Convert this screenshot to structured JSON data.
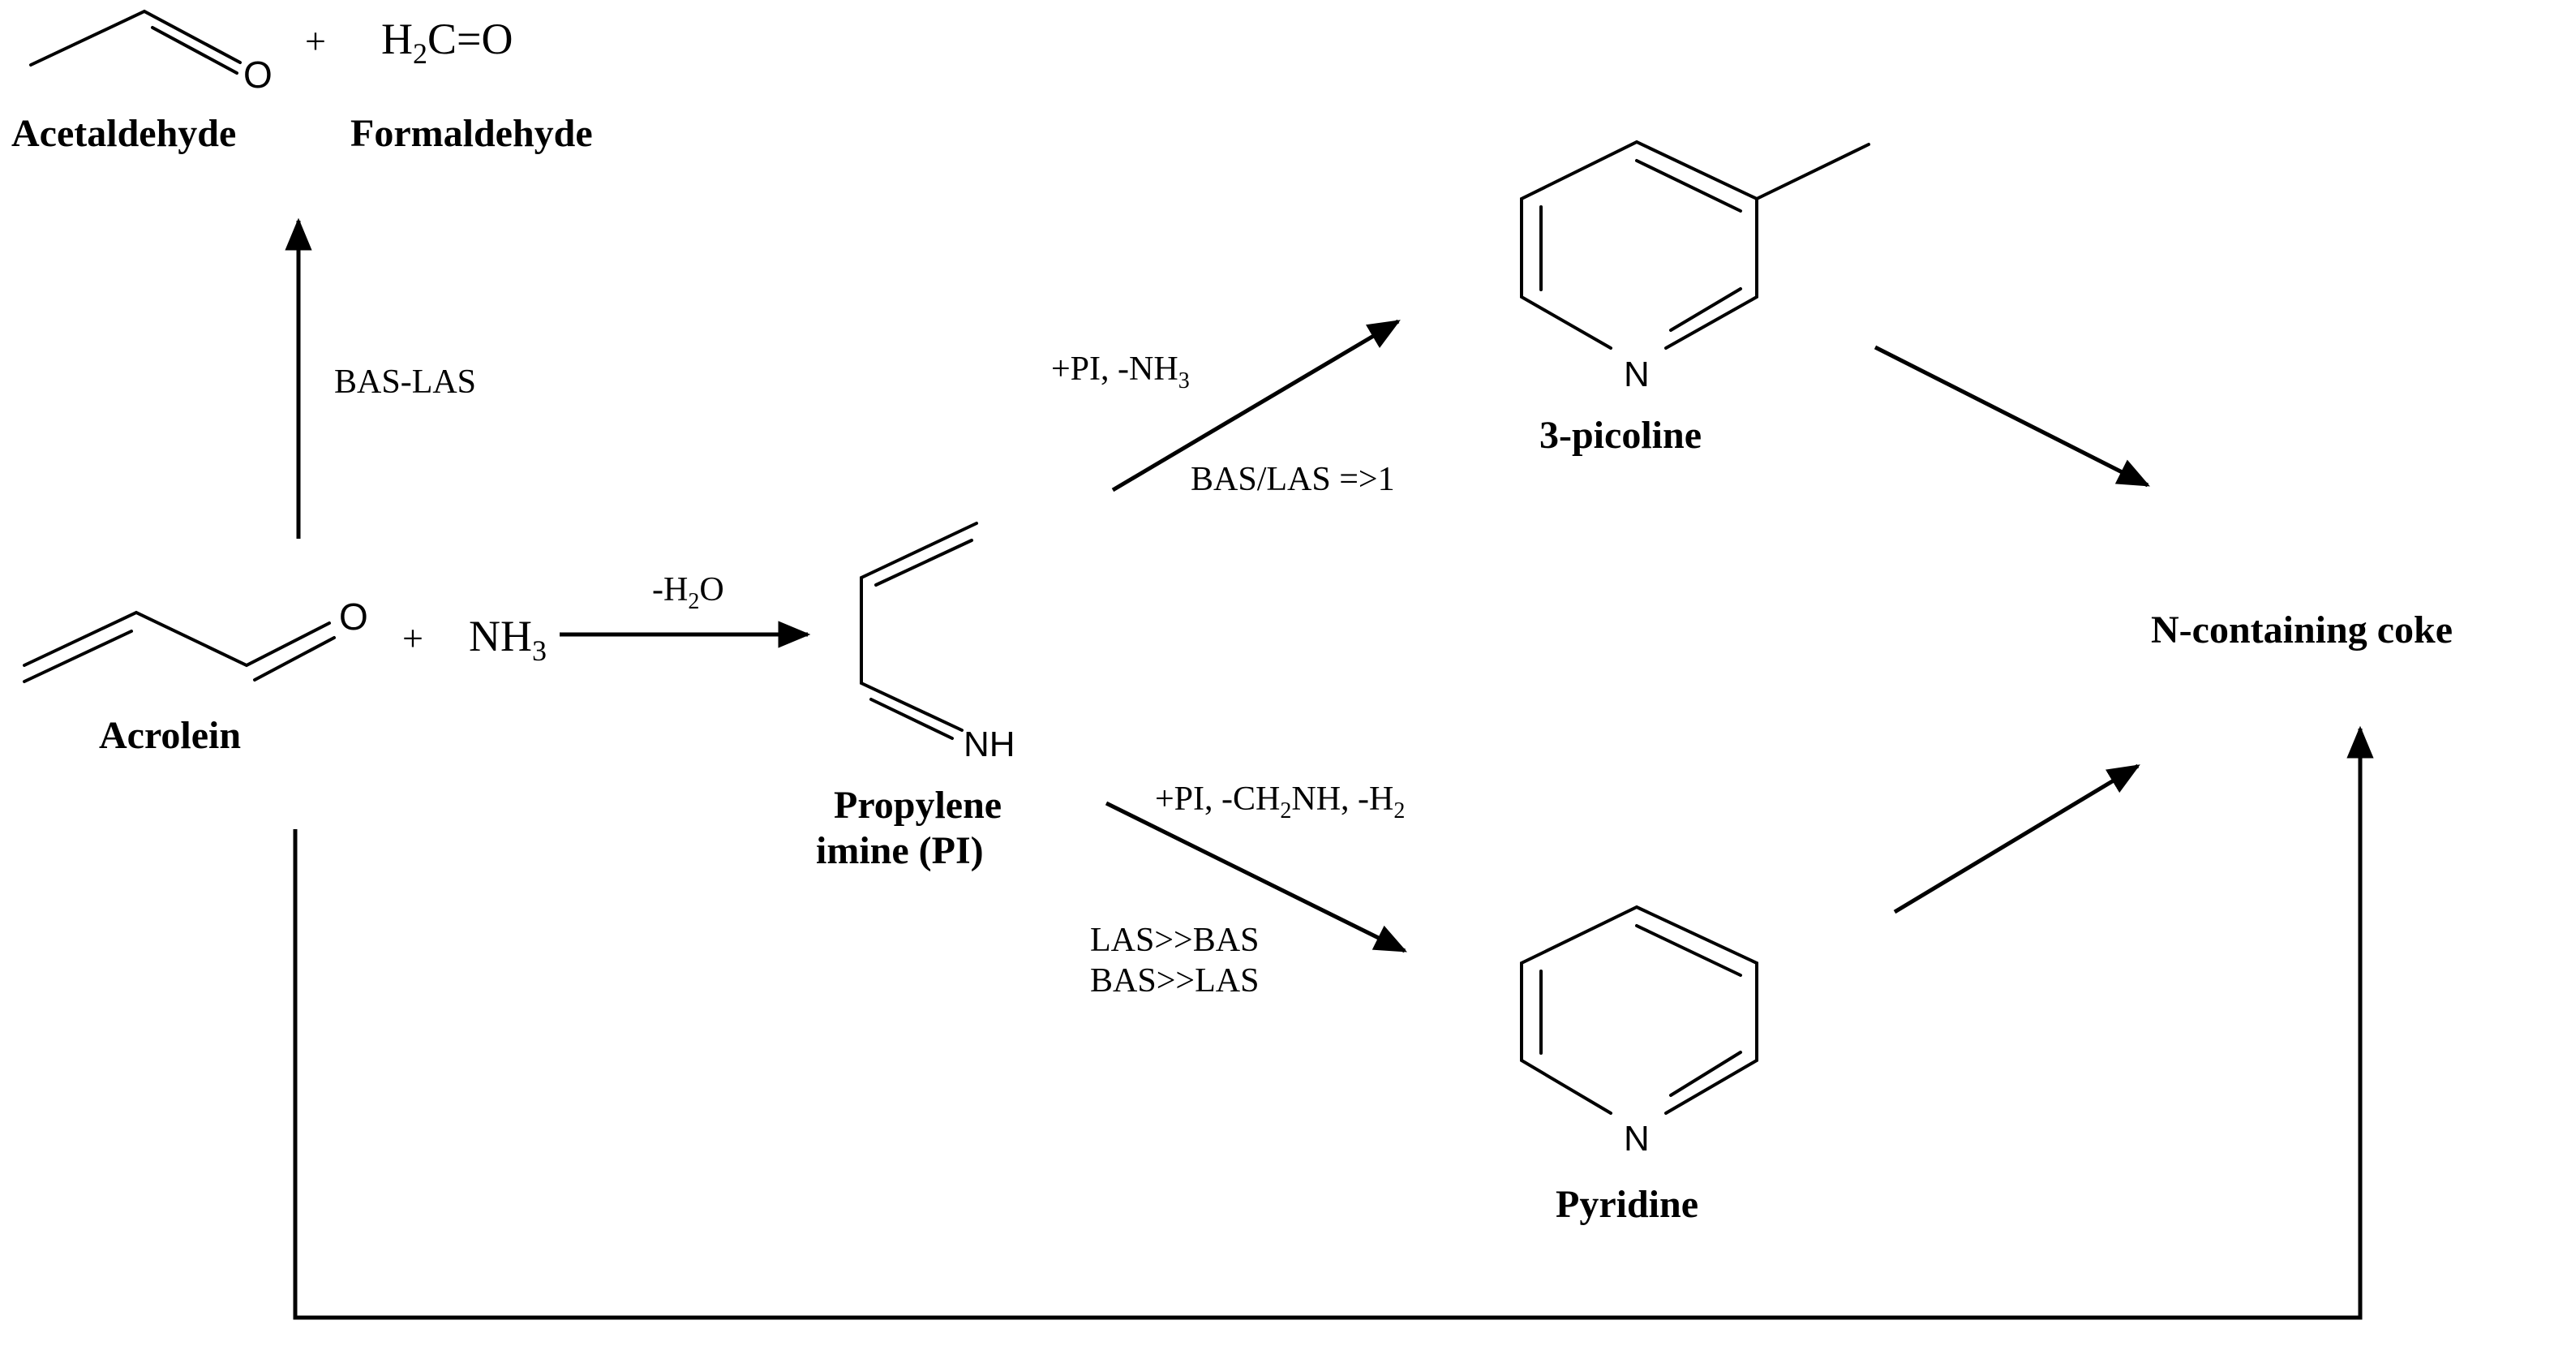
{
  "species": {
    "acetaldehyde": {
      "name": "Acetaldehyde",
      "atom_o": "O"
    },
    "formaldehyde": {
      "name": "Formaldehyde",
      "formula": {
        "pre": "H",
        "sub": "2",
        "post": "C=O"
      }
    },
    "plus_top": "+",
    "acrolein": {
      "name": "Acrolein",
      "atom_o": "O"
    },
    "plus_mid": "+",
    "ammonia": {
      "pre": "NH",
      "sub": "3"
    },
    "propylene_imine": {
      "name_line1": "Propylene",
      "name_line2": "imine (PI)",
      "atom_nh": "NH"
    },
    "picoline": {
      "name": "3-picoline",
      "atom_n": "N"
    },
    "pyridine": {
      "name": "Pyridine",
      "atom_n": "N"
    },
    "coke": {
      "name": "N-containing coke"
    }
  },
  "conditions": {
    "acrolein_to_aldehydes": "BAS-LAS",
    "dehydration": {
      "pre": "-H",
      "sub": "2",
      "post": "O"
    },
    "to_picoline_reagents": {
      "pre": "+PI, -NH",
      "sub": "3"
    },
    "to_picoline_acidity": "BAS/LAS =>1",
    "to_pyridine_reagents": {
      "p1": "+PI, -CH",
      "s1": "2",
      "p2": "NH, -H",
      "s2": "2"
    },
    "to_pyridine_acidity_1": "LAS>>BAS",
    "to_pyridine_acidity_2": "BAS>>LAS"
  },
  "colors": {
    "ink": "#000000",
    "background": "#ffffff"
  }
}
